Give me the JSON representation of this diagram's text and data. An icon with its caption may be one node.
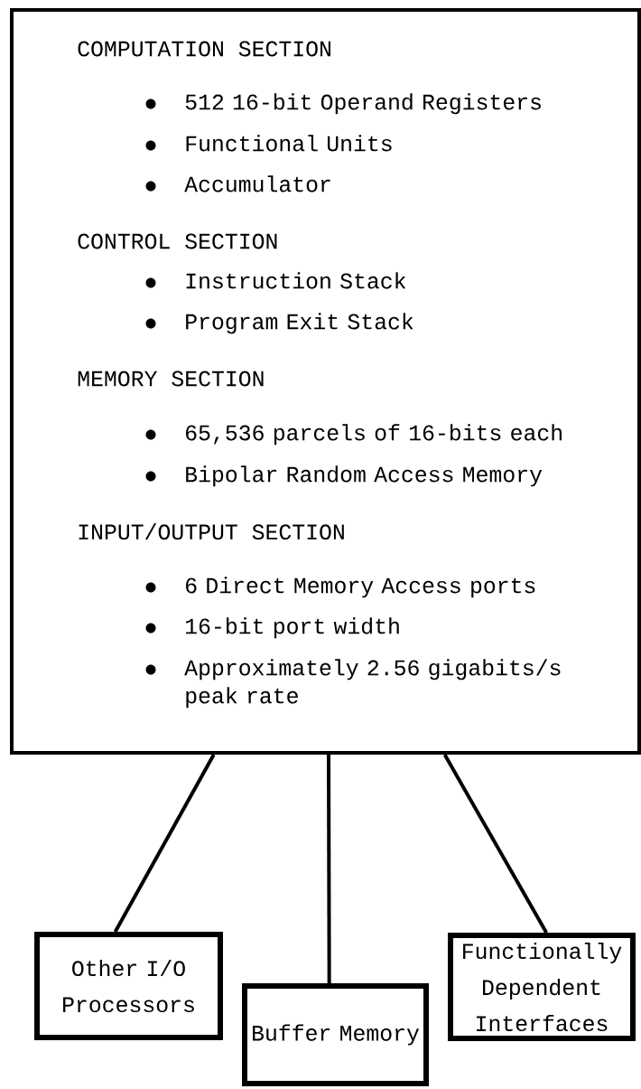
{
  "diagram": {
    "nodes": [
      {
        "text": [
          "COMPUTATION SECTION",
          "512 16-bit Operand Registers",
          "Functional Units",
          "Accumulator",
          "CONTROL SECTION",
          "Instruction Stack",
          "Program Exit Stack",
          "MEMORY SECTION",
          "65,536 parcels of 16-bits each",
          "Bipolar Random Access Memory",
          "INPUT/OUTPUT SECTION",
          "6 Direct Memory Access ports",
          "16-bit port width",
          "Approximately 2.56 gigabits/s peak rate"
        ]
      },
      {
        "text": [
          "Other I/O Processors"
        ]
      },
      {
        "text": [
          "Buffer Memory"
        ]
      },
      {
        "text": [
          "Functionally Dependent Interfaces"
        ]
      }
    ],
    "edges": [
      {
        "from": 0,
        "to": 1,
        "arrow": "none"
      },
      {
        "from": 0,
        "to": 2,
        "arrow": "none"
      },
      {
        "from": 0,
        "to": 3,
        "arrow": "none"
      }
    ]
  }
}
